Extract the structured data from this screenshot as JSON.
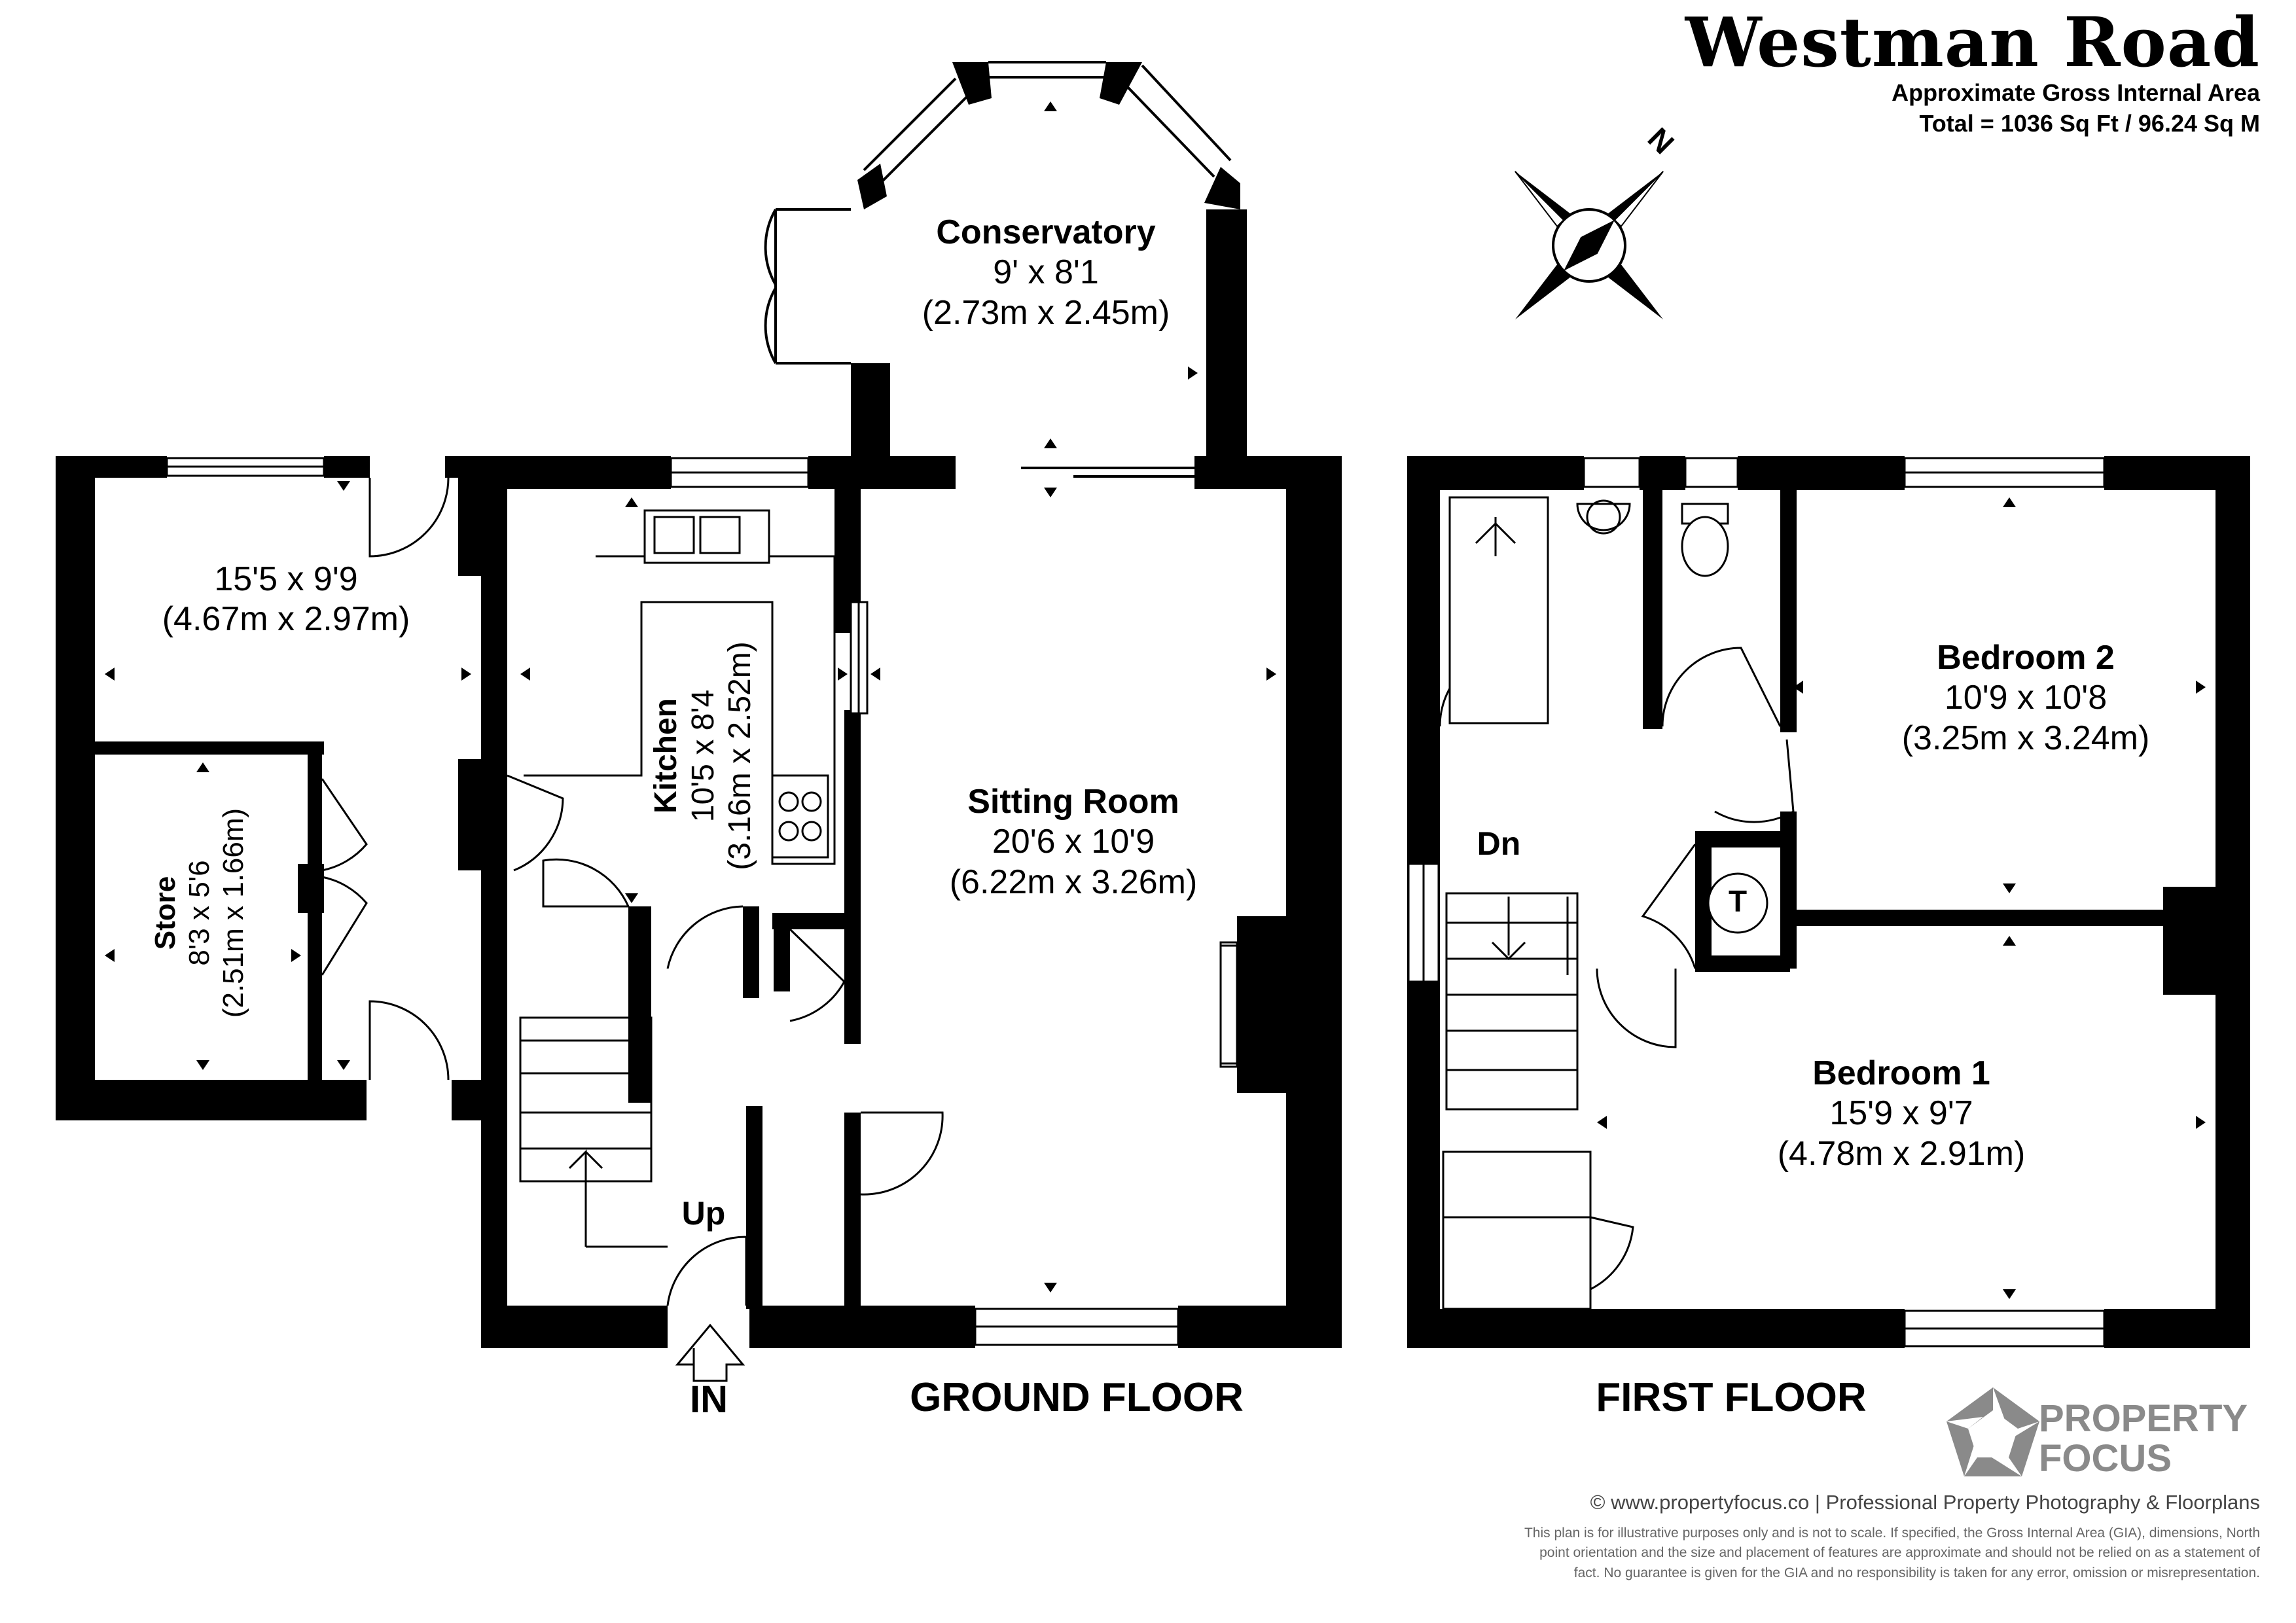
{
  "header": {
    "title": "Westman Road",
    "area_line1": "Approximate Gross Internal Area",
    "area_line2": "Total = 1036 Sq Ft / 96.24 Sq M"
  },
  "compass": {
    "label": "N"
  },
  "rooms": {
    "conservatory": {
      "name": "Conservatory",
      "imperial": "9' x 8'1",
      "metric": "(2.73m x 2.45m)"
    },
    "outbuilding": {
      "imperial": "15'5 x 9'9",
      "metric": "(4.67m x 2.97m)"
    },
    "store": {
      "name": "Store",
      "imperial": "8'3 x 5'6",
      "metric": "(2.51m x 1.66m)"
    },
    "kitchen": {
      "name": "Kitchen",
      "imperial": "10'5 x 8'4",
      "metric": "(3.16m x 2.52m)"
    },
    "sitting_room": {
      "name": "Sitting Room",
      "imperial": "20'6 x 10'9",
      "metric": "(6.22m x 3.26m)"
    },
    "bedroom2": {
      "name": "Bedroom 2",
      "imperial": "10'9 x 10'8",
      "metric": "(3.25m x 3.24m)"
    },
    "bedroom1": {
      "name": "Bedroom 1",
      "imperial": "15'9 x 9'7",
      "metric": "(4.78m x 2.91m)"
    }
  },
  "markers": {
    "up": "Up",
    "down": "Dn",
    "entrance": "IN",
    "tank": "T"
  },
  "floors": {
    "ground": "GROUND FLOOR",
    "first": "FIRST FLOOR"
  },
  "brand": {
    "line1": "PROPERTY",
    "line2": "FOCUS",
    "color": "#8a8a8a"
  },
  "footer": {
    "credit": "© www.propertyfocus.co | Professional Property Photography & Floorplans",
    "disclaimer": [
      "This plan is for illustrative purposes only and is not to scale. If specified, the Gross Internal Area (GIA), dimensions, North",
      "point orientation and the size and placement of features are approximate and should not be relied on as a statement of",
      "fact. No guarantee is given for the GIA and no responsibility is taken for any error, omission or misrepresentation."
    ]
  }
}
